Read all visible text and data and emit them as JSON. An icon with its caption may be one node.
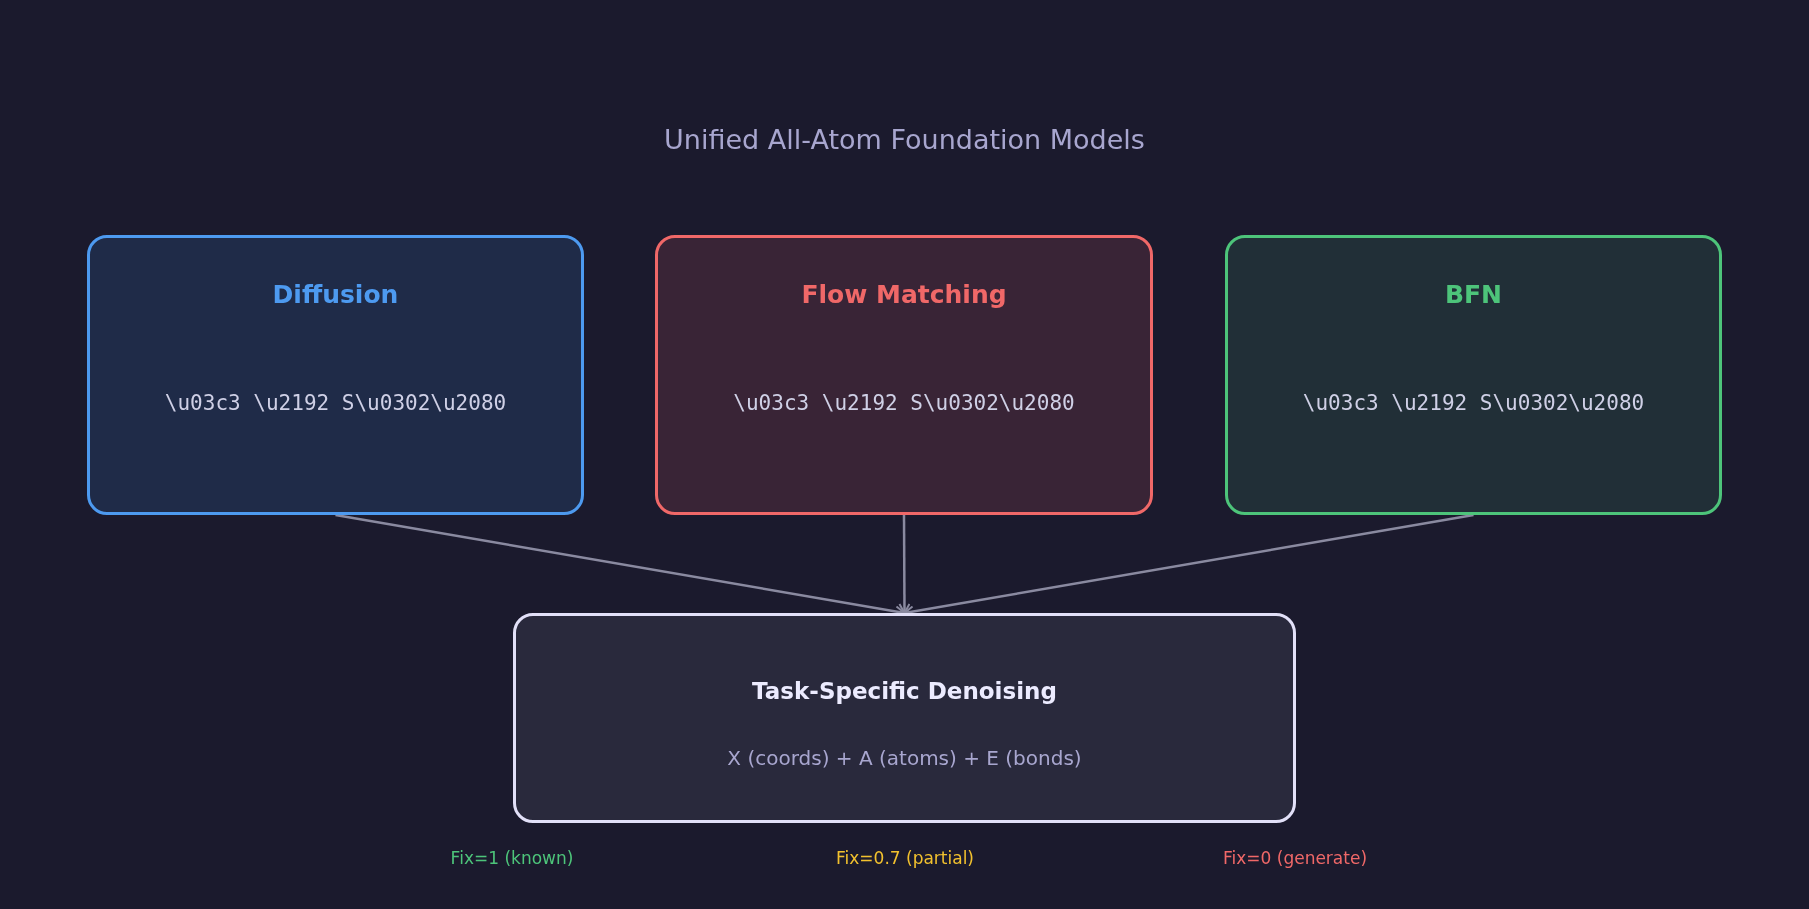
{
  "diagram": {
    "caption": "Unified All-Atom Foundation Models",
    "nodes": [
      {
        "text": [
          "Diffusion",
          "\\u03c3 \\u2192 S\\u0302\\u2080"
        ]
      },
      {
        "text": [
          "Flow Matching",
          "\\u03c3 \\u2192 S\\u0302\\u2080"
        ]
      },
      {
        "text": [
          "BFN",
          "\\u03c3 \\u2192 S\\u0302\\u2080"
        ]
      },
      {
        "text": [
          "Task-Specific Denoising",
          "X (coords) + A (atoms) + E (bonds)"
        ]
      }
    ],
    "edges": [
      {
        "from": 0,
        "to": 3,
        "arrow": "to"
      },
      {
        "from": 1,
        "to": 3,
        "arrow": "to"
      },
      {
        "from": 2,
        "to": 3,
        "arrow": "to"
      }
    ],
    "labels": [
      "Fix=1 (known)",
      "Fix=0.7 (partial)",
      "Fix=0 (generate)"
    ]
  }
}
